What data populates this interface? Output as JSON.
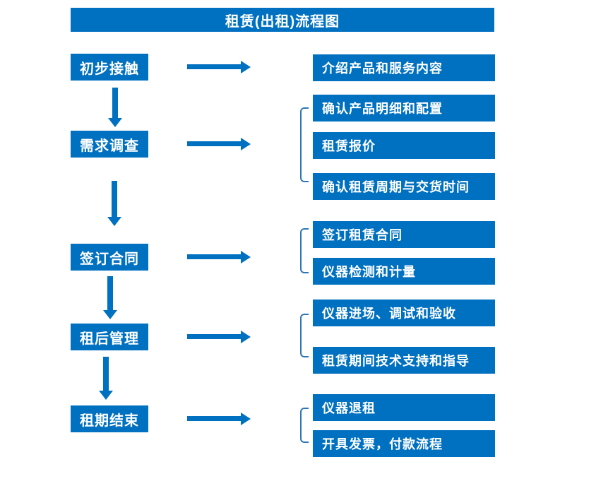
{
  "title": "租赁(出租)流程图",
  "colors": {
    "primary_blue": "#0070C0",
    "bracket_blue": "#2E75B6",
    "text_white": "#FFFFFF",
    "background": "#FFFFFF"
  },
  "steps": [
    {
      "label": "初步接触",
      "details": [
        "介绍产品和服务内容"
      ]
    },
    {
      "label": "需求调查",
      "details": [
        "确认产品明细和配置",
        "租赁报价",
        "确认租赁周期与交货时间"
      ]
    },
    {
      "label": "签订合同",
      "details": [
        "签订租赁合同",
        "仪器检测和计量"
      ]
    },
    {
      "label": "租后管理",
      "details": [
        "仪器进场、调试和验收",
        "租赁期间技术支持和指导"
      ]
    },
    {
      "label": "租期结束",
      "details": [
        "仪器退租",
        "开具发票，付款流程"
      ]
    }
  ]
}
